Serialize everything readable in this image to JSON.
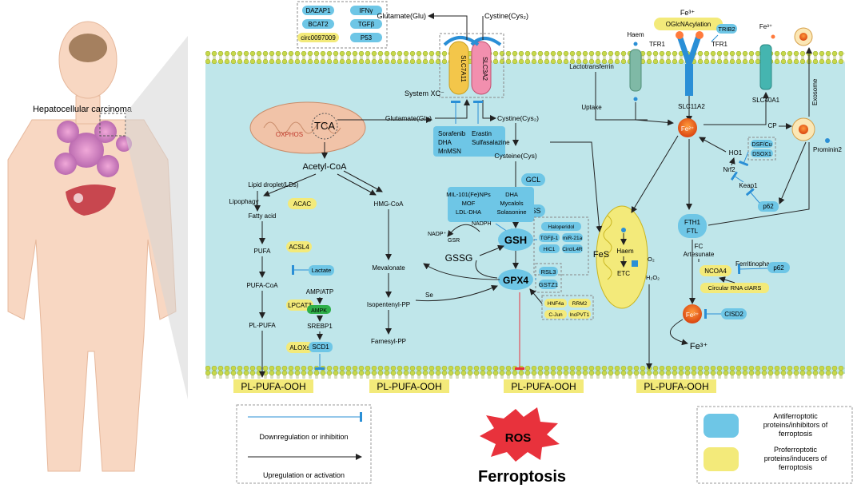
{
  "colors": {
    "anti": "#6ec6e6",
    "pro": "#f3ea7a",
    "cell": "#bfe6ea",
    "membrane": "#c7d84a",
    "red": "#e8323c",
    "arrow": "#222222",
    "inhibit": "#2a8fd6"
  },
  "left": {
    "tumor_label": "Hepatocellular carcinoma"
  },
  "top_regulators": [
    "DAZAP1",
    "IFNγ",
    "BCAT2",
    "TGFβ",
    "circ0097009",
    "P53"
  ],
  "transporter": {
    "glu_out": "Glutamate(Glu)",
    "cys2_out": "Cystine(Cys₂)",
    "slc7a11": "SLC7A11",
    "slc3a2": "SLC3A2",
    "system": "System XC⁻",
    "glu_in": "Glutamate(Glu)",
    "cys2_in": "Cystine(Cys₂)"
  },
  "inhibitors_xc": {
    "left": [
      "Sorafenib",
      "DHA",
      "MnMSN"
    ],
    "right": [
      "Erastin",
      "Sulfasalazine"
    ]
  },
  "mito": {
    "tca": "TCA",
    "oxphos": "OXPHOS"
  },
  "lipid": {
    "acetyl_coa": "Acetyl-CoA",
    "lipid_droplet": "Lipid droplet(LDs)",
    "lipophagy": "Lipophagy",
    "fatty_acid": "Fatty acid",
    "acac": "ACAC",
    "pufa": "PUFA",
    "acsl4": "ACSL4",
    "lactate": "Lactate",
    "pufa_coa": "PUFA-CoA",
    "amp_atp": "AMP/ATP",
    "lpcat3": "LPCAT3",
    "ampk": "AMPK",
    "pl_pufa": "PL-PUFA",
    "srebp1": "SREBP1",
    "aloxs": "ALOXs",
    "scd1": "SCD1"
  },
  "mevalonate": {
    "hmg_coa": "HMG-CoA",
    "mevalonate": "Mevalonate",
    "ipp": "Isopentenyl-PP",
    "fpp": "Farnesyl-PP"
  },
  "gsh": {
    "cysteine": "Cysteine(Cys)",
    "gcl": "GCL",
    "gss": "GSS",
    "gsh": "GSH",
    "gssg": "GSSG",
    "gpx4": "GPX4",
    "nadp": "NADP⁺",
    "nadph": "NADPH",
    "gsr": "GSR",
    "se": "Se",
    "inducers": [
      "MIL-101(Fe)NPs",
      "DHA",
      "MOF",
      "Mycalols",
      "LDL-DHA",
      "Solasonine"
    ],
    "gsh_regs": [
      "Haloperidol",
      "TGFβ-1",
      "miR-21a",
      "HIC1",
      "CircIL4R"
    ],
    "gpx4_inhib": [
      "RSL3",
      "GSTZ1"
    ],
    "gpx4_regs": [
      "HNF4a",
      "RRM2",
      "C-Jun",
      "lncPVT1"
    ]
  },
  "iron": {
    "lactotransferrin": "Lactotransferrin",
    "haem": "Haem",
    "oglc": "OGlcNAcylation",
    "fe3": "Fe³⁺",
    "trib2": "TRIB2",
    "tfr1a": "TFR1",
    "tfr1b": "TFR1",
    "uptake": "Uptake",
    "slc11a2": "SLC11A2",
    "slc40a1": "SLC40A1",
    "fe2": "Fe²⁺",
    "cp": "CP",
    "exosome": "Exosome",
    "prominin2": "Prominin2",
    "dsf": "DSF/Cu",
    "dsox1": "DSOX1",
    "ho1": "HO1",
    "nrf2": "Nrf2",
    "keap1": "Keap1",
    "p62": "p62",
    "fes": "FeS",
    "mhaem": "Haem",
    "etc": "ETC",
    "o2": "O₂",
    "h2o2": "H₂O₂",
    "fth1": "FTH1",
    "ftl": "FTL",
    "fc": "FC",
    "artesunate": "Artesunate",
    "ncoa4": "NCOA4",
    "ferritinophagy": "Ferritinophagy",
    "p62b": "p62",
    "circ_rna": "Circular RNA cIARS",
    "cisd2": "CISD2",
    "fe3_out": "Fe³⁺"
  },
  "lipid_ox": [
    "PL-PUFA-OOH",
    "PL-PUFA-OOH",
    "PL-PUFA-OOH",
    "PL-PUFA-OOH"
  ],
  "legend": {
    "inhibit": "Downregulation or inhibition",
    "activate": "Upregulation or activation",
    "ros": "ROS",
    "title": "Ferroptosis",
    "anti": "Antiferroptotic proteins/inhibitors of ferroptosis",
    "pro": "Proferroptotic proteins/inducers of ferroptosis"
  }
}
